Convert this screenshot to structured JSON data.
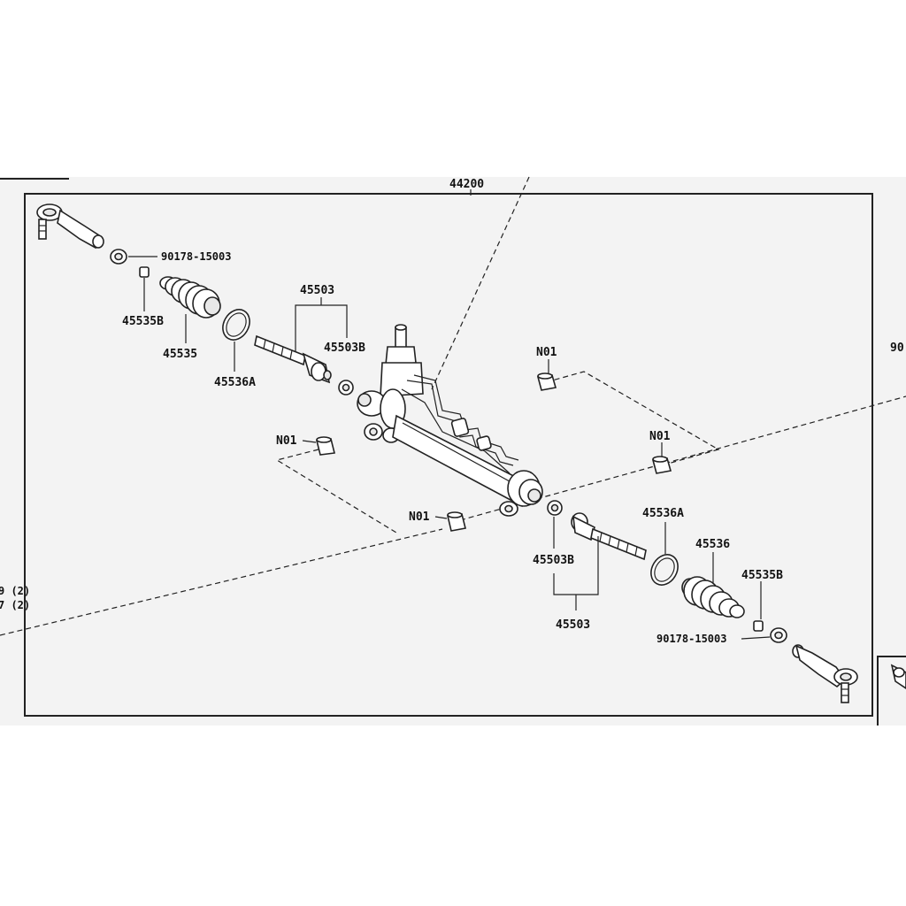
{
  "diagram": {
    "assembly_label": "44200",
    "parts": {
      "nut_left": "90178-15003",
      "nut_right": "90178-15003",
      "rod_left": "45503",
      "rod_right": "45503",
      "clip_rod_left": "45503B",
      "clip_rod_right": "45503B",
      "boot_clip_left": "45535B",
      "boot_clip_right": "45535B",
      "boot_left": "45535",
      "boot_right": "45536",
      "ring_left": "45536A",
      "ring_right": "45536A",
      "bushing_top": "N01",
      "bushing_left": "N01",
      "bushing_right": "N01",
      "bushing_bottom": "N01"
    },
    "edge_labels": {
      "right_top": "90",
      "left_a": "9 (2)",
      "left_b": "7 (2)"
    }
  }
}
